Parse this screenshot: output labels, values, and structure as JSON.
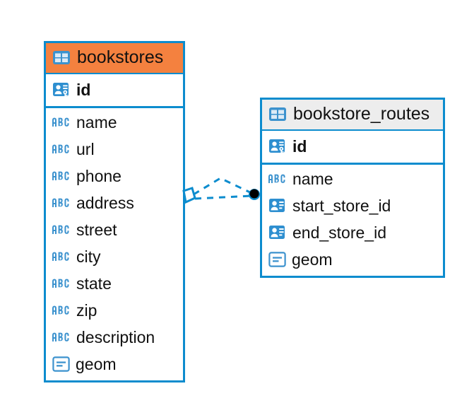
{
  "diagram": {
    "type": "entity-relationship-diagram",
    "background": "#ffffff",
    "colors": {
      "border": "#0C8CCE",
      "icon_blue": "#3C92CE",
      "icon_blue_solid": "#2E8FD0",
      "header_accent": "#F4813F",
      "header_muted": "#EDEDED",
      "text": "#111111",
      "connector": "#0C8CCE",
      "endpoint": "#000000"
    },
    "entities": [
      {
        "name": "bookstores",
        "header_style": "accent",
        "icon": "table-icon",
        "key_fields": [
          {
            "label": "id",
            "icon": "primary-key-icon",
            "bold": true
          }
        ],
        "fields": [
          {
            "label": "name",
            "icon": "abc-text-icon"
          },
          {
            "label": "url",
            "icon": "abc-text-icon"
          },
          {
            "label": "phone",
            "icon": "abc-text-icon"
          },
          {
            "label": "address",
            "icon": "abc-text-icon"
          },
          {
            "label": "street",
            "icon": "abc-text-icon"
          },
          {
            "label": "city",
            "icon": "abc-text-icon"
          },
          {
            "label": "state",
            "icon": "abc-text-icon"
          },
          {
            "label": "zip",
            "icon": "abc-text-icon"
          },
          {
            "label": "description",
            "icon": "abc-text-icon"
          },
          {
            "label": "geom",
            "icon": "geometry-icon"
          }
        ]
      },
      {
        "name": "bookstore_routes",
        "header_style": "muted",
        "icon": "table-icon",
        "key_fields": [
          {
            "label": "id",
            "icon": "primary-key-icon",
            "bold": true
          }
        ],
        "fields": [
          {
            "label": "name",
            "icon": "abc-text-icon"
          },
          {
            "label": "start_store_id",
            "icon": "foreign-key-icon"
          },
          {
            "label": "end_store_id",
            "icon": "foreign-key-icon"
          },
          {
            "label": "geom",
            "icon": "geometry-icon"
          }
        ]
      }
    ],
    "relationship": {
      "from": "bookstores",
      "to": "bookstore_routes",
      "line_style": "dashed",
      "source_marker": "hollow-diamond",
      "target_marker": "filled-circle"
    }
  }
}
